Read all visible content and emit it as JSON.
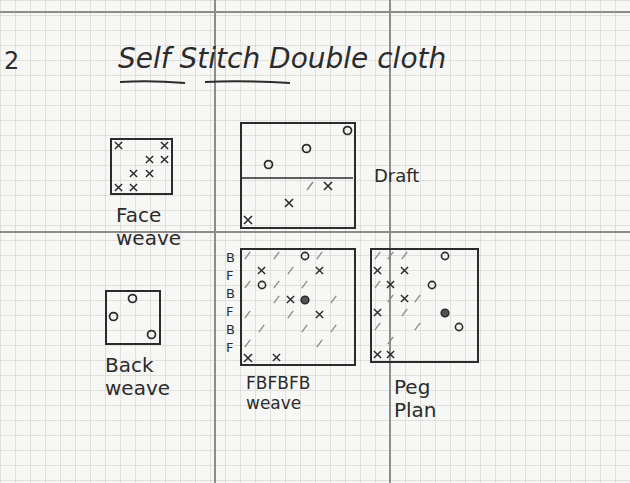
{
  "diagram": {
    "title": "Self Stitch Double cloth",
    "nodes": [
      {
        "text": [
          "Face weave"
        ]
      },
      {
        "text": [
          "Draft"
        ]
      },
      {
        "text": [
          "Back weave"
        ]
      },
      {
        "text": [
          "FBFBFB weave"
        ]
      },
      {
        "text": [
          "Peg Plan"
        ]
      }
    ],
    "labels": [
      "2",
      "B",
      "F",
      "B",
      "F",
      "B",
      "F"
    ]
  }
}
